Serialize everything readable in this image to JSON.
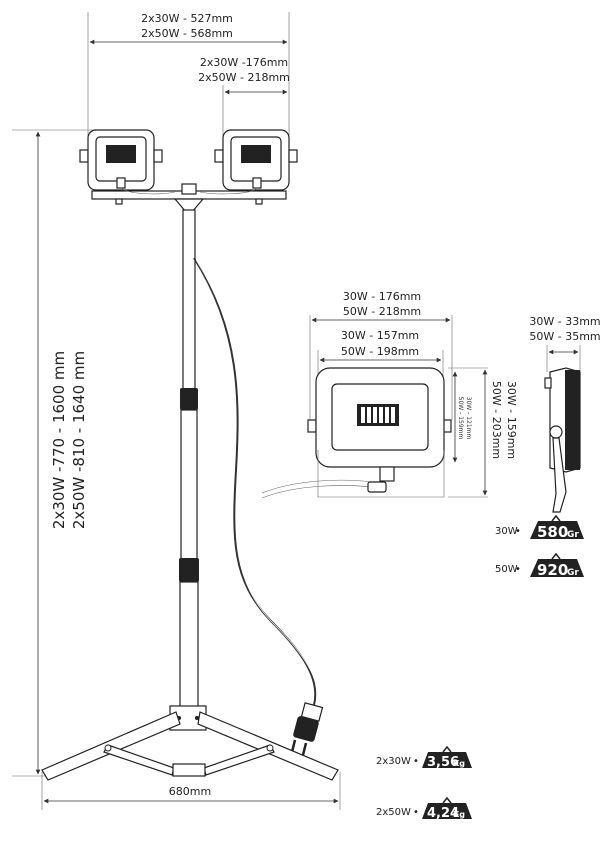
{
  "top_dims": {
    "total_width_30w": "2x30W - 527mm",
    "total_width_50w": "2x50W - 568mm",
    "lamp_width_30w": "2x30W -176mm",
    "lamp_width_50w": "2x50W - 218mm"
  },
  "height_dims": {
    "height_30w": "2x30W -770 - 1600 mm",
    "height_50w": "2x50W -810 - 1640 mm"
  },
  "base_dims": {
    "base_width": "680mm"
  },
  "front_view": {
    "width_30w": "30W - 176mm",
    "width_50w": "50W - 218mm",
    "inner_width_30w": "30W - 157mm",
    "inner_width_50w": "50W - 198mm",
    "height_30w": "30W - 159mm",
    "height_50w": "50W - 203mm",
    "inner_height_30w": "30W - 121mm",
    "inner_height_50w": "50W - 159mm"
  },
  "side_view": {
    "depth_30w": "30W - 33mm",
    "depth_50w": "50W - 35mm"
  },
  "lamp_weights": [
    {
      "label": "30W",
      "value": "580",
      "unit": "Gr"
    },
    {
      "label": "50W",
      "value": "920",
      "unit": "Gr"
    }
  ],
  "kit_weights": [
    {
      "label": "2x30W",
      "value": "3,56",
      "unit": "Kg"
    },
    {
      "label": "2x50W",
      "value": "4,24",
      "unit": "Kg"
    }
  ],
  "separator": "•"
}
